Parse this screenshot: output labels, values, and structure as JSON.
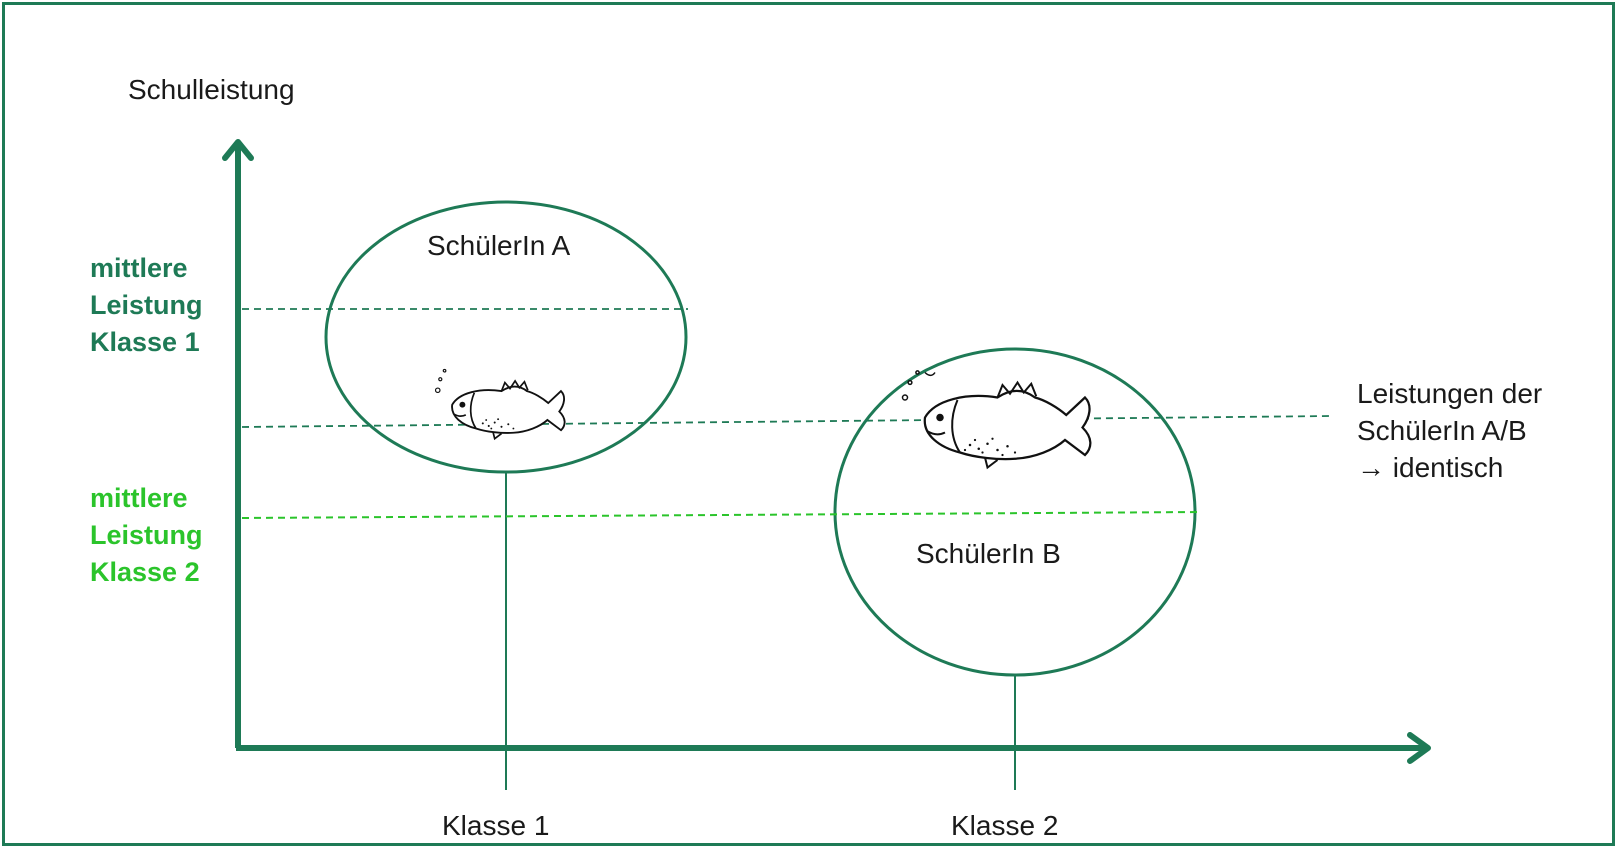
{
  "colors": {
    "frame": "#1e7a56",
    "axis": "#1e7a56",
    "class1_mean": "#1e7a56",
    "class2_mean": "#2bc42b",
    "text": "#1a1a1a"
  },
  "y_axis_label": "Schulleistung",
  "x_axis_categories": [
    "Klasse 1",
    "Klasse 2"
  ],
  "mean_class1": [
    "mittlere",
    "Leistung",
    "Klasse 1"
  ],
  "mean_class2": [
    "mittlere",
    "Leistung",
    "Klasse 2"
  ],
  "student_a": "SchülerIn A",
  "student_b": "SchülerIn B",
  "note_lines": [
    "Leistungen der",
    "SchülerIn A/B",
    "→ identisch"
  ],
  "icons": [
    "fish-icon",
    "fish-icon"
  ]
}
